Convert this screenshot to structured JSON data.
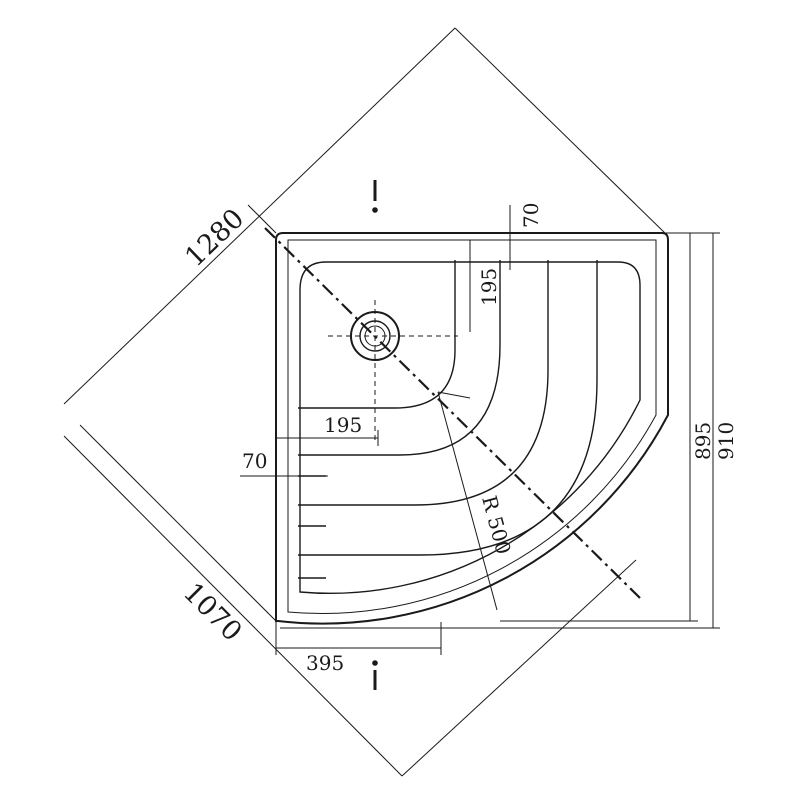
{
  "dimensions": {
    "diag_top": "1280",
    "diag_bottom": "1070",
    "top_step_offset": "70",
    "top_step_depth": "195",
    "left_step_depth": "195",
    "left_step_offset": "70",
    "radius": "R 500",
    "drain_offset": "395",
    "inner_height": "895",
    "outer_height": "910"
  },
  "colors": {
    "line": "#1a1a1a",
    "background": "#ffffff"
  },
  "icons": {
    "top_marker": "exclamation-marker",
    "bottom_marker": "exclamation-marker",
    "drain": "drain-circle"
  }
}
